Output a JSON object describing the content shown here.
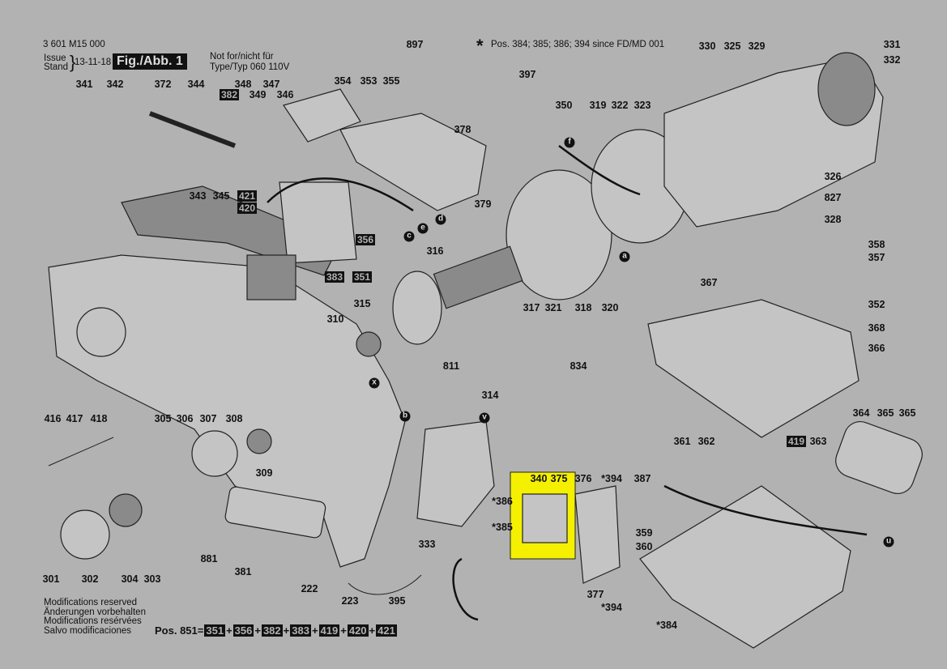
{
  "header": {
    "doc_number": "3 601 M15 000",
    "issue_label_1": "Issue",
    "issue_label_2": "Stand",
    "issue_date": "13-11-18",
    "figure_label": "Fig./Abb. 1",
    "note_line_1": "Not for/nicht für",
    "note_line_2": "Type/Typ 060 110V",
    "pos_note": "Pos. 384; 385; 386; 394 since FD/MD 001",
    "asterisk": "*"
  },
  "footer": {
    "mods": [
      "Modifications reserved",
      "Änderungen vorbehalten",
      "Modifications resérvées",
      "Salvo modificaciones"
    ],
    "pos851_label": "Pos. 851=",
    "pos851_parts": [
      "351",
      "356",
      "382",
      "383",
      "419",
      "420",
      "421"
    ],
    "plus": "+"
  },
  "highlight": {
    "part": "375",
    "color": "#f5f000"
  },
  "labels": [
    "897",
    "397",
    "330",
    "325",
    "329",
    "331",
    "332",
    "341",
    "342",
    "372",
    "344",
    "348",
    "347",
    "349",
    "346",
    "354",
    "353",
    "355",
    "350",
    "319",
    "322",
    "323",
    "378",
    "343",
    "345",
    "379",
    "326",
    "827",
    "328",
    "316",
    "358",
    "357",
    "367",
    "352",
    "315",
    "317",
    "321",
    "318",
    "320",
    "310",
    "368",
    "366",
    "811",
    "834",
    "314",
    "416",
    "417",
    "418",
    "305",
    "306",
    "307",
    "308",
    "364",
    "365",
    "365",
    "361",
    "362",
    "363",
    "309",
    "340",
    "376",
    "*394",
    "387",
    "*386",
    "*385",
    "359",
    "360",
    "333",
    "881",
    "381",
    "301",
    "302",
    "304",
    "303",
    "222",
    "223",
    "395",
    "377",
    "*394",
    "*384"
  ],
  "boxed_labels": [
    "382",
    "421",
    "420",
    "356",
    "383",
    "351",
    "419"
  ],
  "wire_markers": [
    "a",
    "b",
    "c",
    "d",
    "e",
    "f",
    "u",
    "v",
    "x"
  ]
}
